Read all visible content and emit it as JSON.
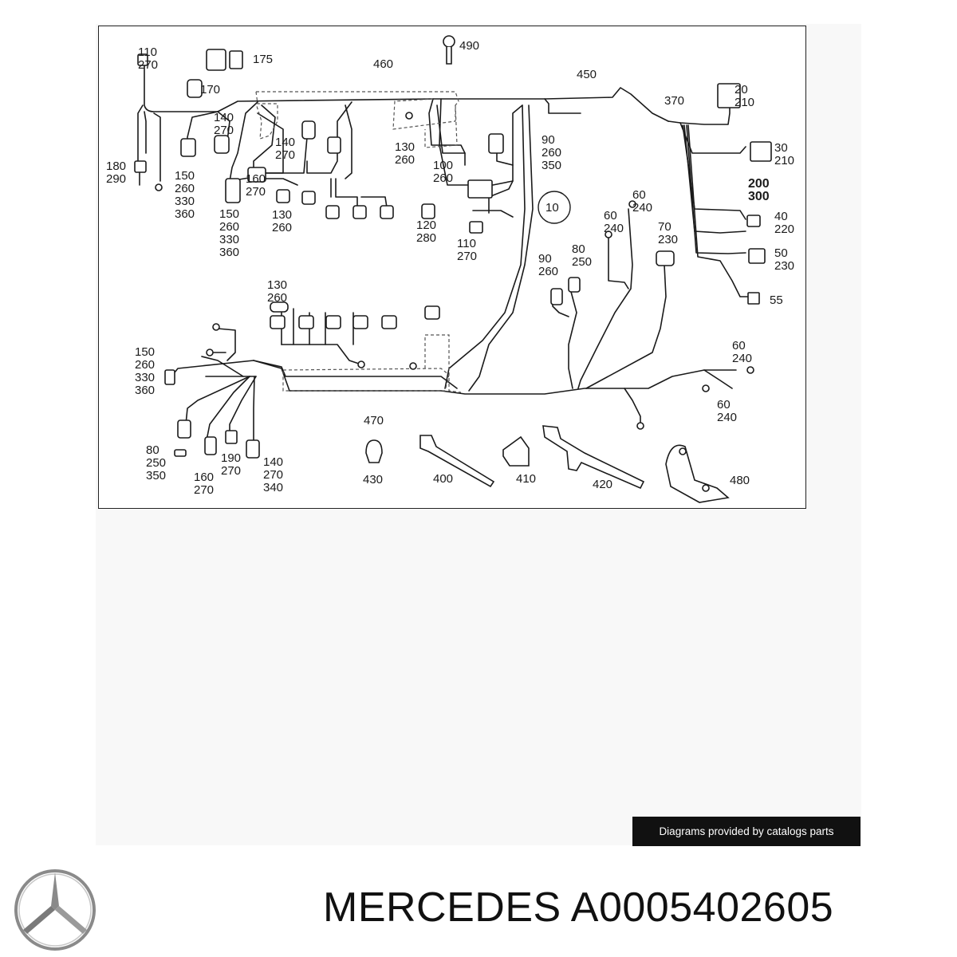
{
  "diagram": {
    "callouts": [
      {
        "id": "c490",
        "lines": [
          "490"
        ]
      },
      {
        "id": "c110a",
        "lines": [
          "110",
          "270"
        ]
      },
      {
        "id": "c175",
        "lines": [
          "175"
        ]
      },
      {
        "id": "c170",
        "lines": [
          "170"
        ]
      },
      {
        "id": "c460",
        "lines": [
          "460"
        ]
      },
      {
        "id": "c450",
        "lines": [
          "450"
        ]
      },
      {
        "id": "c370",
        "lines": [
          "370"
        ]
      },
      {
        "id": "c20",
        "lines": [
          "20",
          "210"
        ]
      },
      {
        "id": "c140a",
        "lines": [
          "140",
          "270"
        ]
      },
      {
        "id": "c140b",
        "lines": [
          "140",
          "270"
        ]
      },
      {
        "id": "c90a",
        "lines": [
          "90",
          "260",
          "350"
        ]
      },
      {
        "id": "c130a",
        "lines": [
          "130",
          "260"
        ]
      },
      {
        "id": "c30",
        "lines": [
          "30",
          "210"
        ]
      },
      {
        "id": "c100",
        "lines": [
          "100",
          "260"
        ]
      },
      {
        "id": "c200",
        "lines": [
          "200",
          "300"
        ]
      },
      {
        "id": "c180",
        "lines": [
          "180",
          "290"
        ]
      },
      {
        "id": "c160a",
        "lines": [
          "160",
          "270"
        ]
      },
      {
        "id": "c150a",
        "lines": [
          "150",
          "260",
          "330",
          "360"
        ]
      },
      {
        "id": "c150b",
        "lines": [
          "150",
          "260",
          "330",
          "360"
        ]
      },
      {
        "id": "c130b",
        "lines": [
          "130",
          "260"
        ]
      },
      {
        "id": "c10",
        "lines": [
          "10"
        ]
      },
      {
        "id": "c60a",
        "lines": [
          "60",
          "240"
        ]
      },
      {
        "id": "c60b",
        "lines": [
          "60",
          "240"
        ]
      },
      {
        "id": "c40",
        "lines": [
          "40",
          "220"
        ]
      },
      {
        "id": "c120",
        "lines": [
          "120",
          "280"
        ]
      },
      {
        "id": "c110b",
        "lines": [
          "110",
          "270"
        ]
      },
      {
        "id": "c70",
        "lines": [
          "70",
          "230"
        ]
      },
      {
        "id": "c80a",
        "lines": [
          "80",
          "250"
        ]
      },
      {
        "id": "c90b",
        "lines": [
          "90",
          "260"
        ]
      },
      {
        "id": "c50",
        "lines": [
          "50",
          "230"
        ]
      },
      {
        "id": "c55",
        "lines": [
          "55"
        ]
      },
      {
        "id": "c130c",
        "lines": [
          "130",
          "260"
        ]
      },
      {
        "id": "c60c",
        "lines": [
          "60",
          "240"
        ]
      },
      {
        "id": "c150c",
        "lines": [
          "150",
          "260",
          "330",
          "360"
        ]
      },
      {
        "id": "c60d",
        "lines": [
          "60",
          "240"
        ]
      },
      {
        "id": "c470",
        "lines": [
          "470"
        ]
      },
      {
        "id": "c80b",
        "lines": [
          "80",
          "250",
          "350"
        ]
      },
      {
        "id": "c190",
        "lines": [
          "190",
          "270"
        ]
      },
      {
        "id": "c140c",
        "lines": [
          "140",
          "270",
          "340"
        ]
      },
      {
        "id": "c160b",
        "lines": [
          "160",
          "270"
        ]
      },
      {
        "id": "c430",
        "lines": [
          "430"
        ]
      },
      {
        "id": "c400",
        "lines": [
          "400"
        ]
      },
      {
        "id": "c410",
        "lines": [
          "410"
        ]
      },
      {
        "id": "c420",
        "lines": [
          "420"
        ]
      },
      {
        "id": "c480",
        "lines": [
          "480"
        ]
      }
    ]
  },
  "watermark": "Diagrams provided by catalogs parts",
  "brand": "MERCEDES",
  "part_number": "A0005402605",
  "title": "MERCEDES A0005402605",
  "logo_icon": "mercedes-star-icon",
  "colors": {
    "line": "#1a1a1a",
    "watermark_bg": "#111111",
    "logo": "#8a8a8a"
  }
}
